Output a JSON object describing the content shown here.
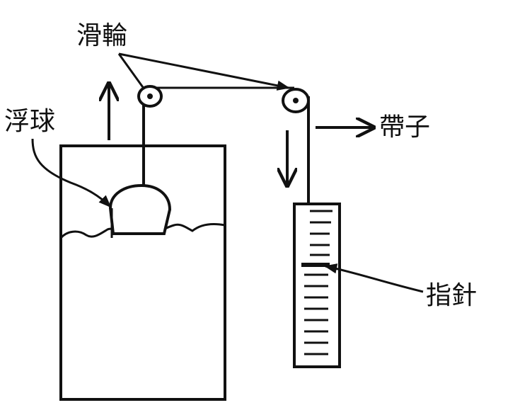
{
  "labels": {
    "pulley": "滑輪",
    "float": "浮球",
    "belt": "帶子",
    "pointer": "指針"
  },
  "colors": {
    "ink": "#111111",
    "paper": "#ffffff"
  }
}
